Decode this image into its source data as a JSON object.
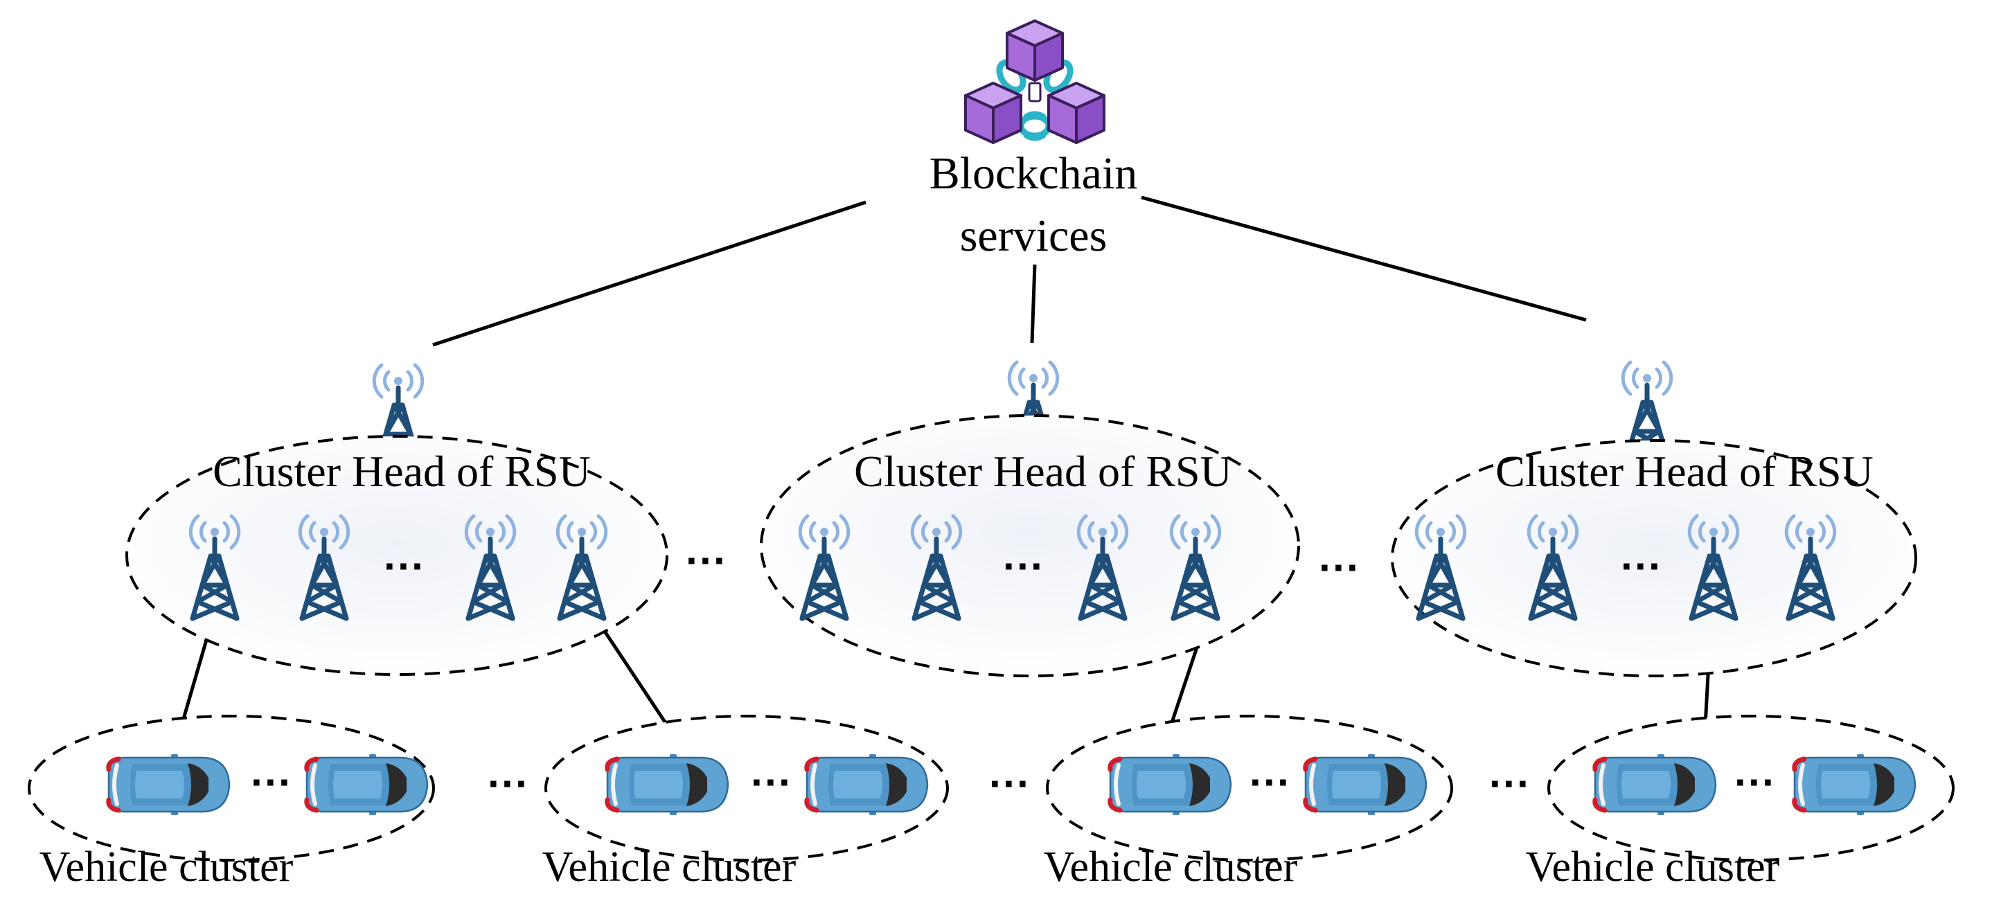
{
  "blockchain": {
    "label_line1": "Blockchain",
    "label_line2": "services",
    "icon": "blockchain-cubes-icon"
  },
  "rsu_clusters": [
    {
      "label": "Cluster Head of RSU"
    },
    {
      "label": "Cluster Head of RSU"
    },
    {
      "label": "Cluster Head of RSU"
    }
  ],
  "vehicle_clusters": [
    {
      "label": "Vehicle cluster"
    },
    {
      "label": "Vehicle cluster"
    },
    {
      "label": "Vehicle cluster"
    },
    {
      "label": "Vehicle cluster"
    }
  ],
  "ellipsis": "···",
  "icons": {
    "tower": "radio-tower-icon",
    "car": "car-icon"
  },
  "colors": {
    "tower": "#1f4e79",
    "signal": "#8fb3e0",
    "car_body": "#5fa3d3",
    "cube": "#a66bd9",
    "chain": "#2bb3c8"
  }
}
